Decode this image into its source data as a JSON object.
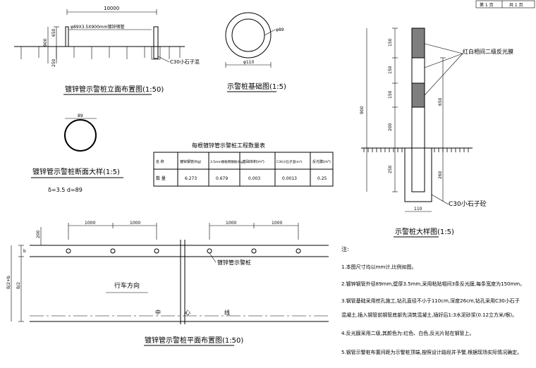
{
  "title_block": {
    "sheet": "第 1 页",
    "total": "共 1 页"
  },
  "elevation": {
    "title": "镀锌管示警桩立面布置图(1:50)",
    "dim_total": "10000",
    "dim_h1": "650",
    "dim_h2": "900",
    "dim_h3": "250",
    "pipe_label": "φ89X3.5X900mm镀锌钢管",
    "base_label": "C30小石子混"
  },
  "bottom_section": {
    "title": "示警桩基础图(1:5)",
    "dim_d": "φ89",
    "dim_base": "φ110"
  },
  "small_section": {
    "title": "镀锌管示警桩断面大样(1:5)",
    "dim": "89",
    "spec": "δ=3.5  d=89"
  },
  "table": {
    "title": "每根镀锌管示警桩工程数量表",
    "headers": [
      "名  称",
      "镀锌钢管(Kg)",
      "3.5mm钢板网钢板(Kg)",
      "基础体积(m³)",
      "C30小石子混(m³)",
      "反光膜(m²)"
    ],
    "row": [
      "数  量",
      "6.273",
      "0.679",
      "0.003",
      "0.0013",
      "0.25"
    ]
  },
  "detail": {
    "title": "示警桩大样图(1:5)",
    "reflect_label": "红白相间二级反光膜",
    "base_label": "C30小石子砼",
    "dims": [
      "150",
      "150",
      "150",
      "200",
      "250",
      "650",
      "260",
      "900",
      "110"
    ]
  },
  "plan": {
    "title": "镀锌管示警桩平面布置图(1:50)",
    "spacing": [
      "1000",
      "1000",
      "1000",
      "1000"
    ],
    "dim_200": "200",
    "dim_b": "b",
    "dim_b2": "B/2",
    "dim_b2b": "B/2+b",
    "post_label": "镀锌管示警桩",
    "direction": "行车方向",
    "center1": "中",
    "center2": "心",
    "center3": "线"
  },
  "notes": {
    "heading": "注:",
    "items": [
      "1.本图尺寸均以mm计,比例如图。",
      "2.镀锌钢管外径89mm,壁厚3.5mm,采用粘贴相间3条反光膜,每条宽度为150mm。",
      "3.钢管基础采用挖孔施工,钻孔直径不小于110cm,深度26cm,钻孔采用C30小石子",
      "混凝土,插入钢管前钢管底部先浇筑混凝土,插好后1:3水泥砂浆(0.12立方米/根)。",
      "4.反光膜采用二级,其颜色为:红色、白色,反光片贴在钢管上。",
      "5.钢管示警桩布置间距为示警桩顶端,按照设计路段并予警,根据现场实际情况确定。"
    ]
  }
}
